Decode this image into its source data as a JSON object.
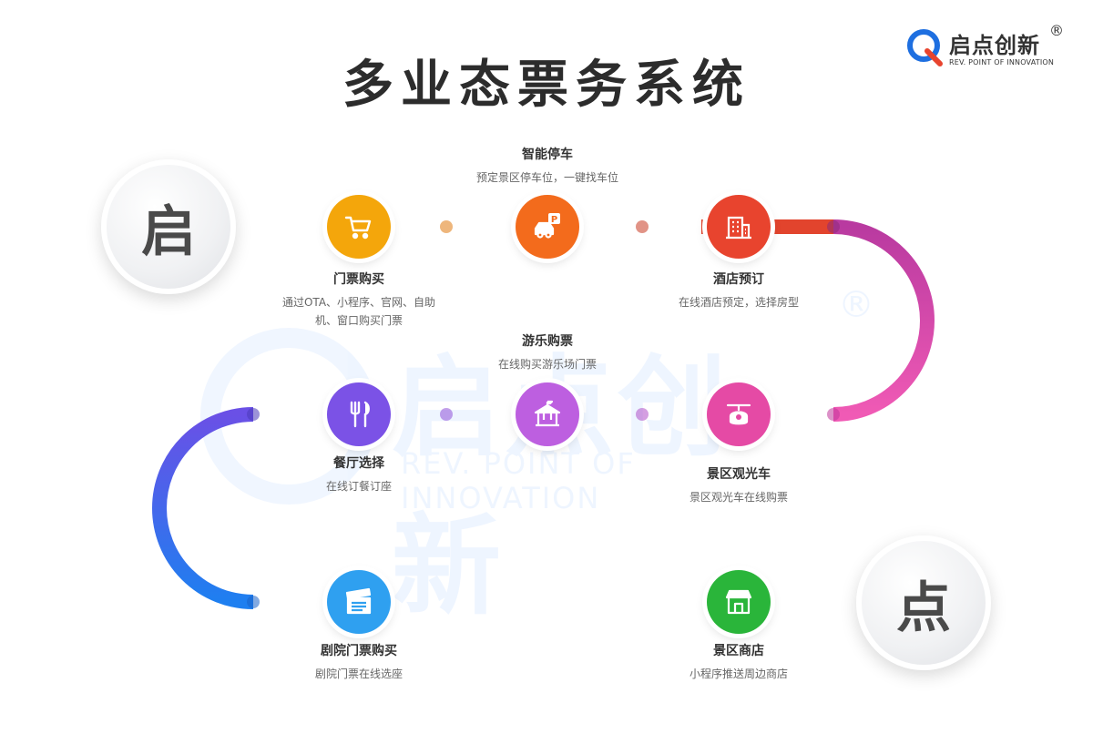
{
  "title": "多业态票务系统",
  "logo": {
    "name": "启点创新",
    "reg": "®",
    "sub": "REV. POINT OF INNOVATION"
  },
  "watermark": {
    "text": "启点创新",
    "sub": "REV. POINT OF INNOVATION",
    "reg": "®"
  },
  "endpoints": {
    "start": "启",
    "end": "点"
  },
  "nodes": [
    {
      "title": "门票购买",
      "desc": "通过OTA、小程序、官网、自助机、窗口购买门票",
      "icon": "shopping-cart-icon",
      "color": "#f4a60b"
    },
    {
      "title": "智能停车",
      "desc": "预定景区停车位，一键找车位",
      "icon": "parking-car-icon",
      "color": "#f36b1c"
    },
    {
      "title": "酒店预订",
      "desc": "在线酒店预定，选择房型",
      "icon": "hotel-building-icon",
      "color": "#e8442e"
    },
    {
      "title": "景区观光车",
      "desc": "景区观光车在线购票",
      "icon": "sightseeing-vehicle-icon",
      "color": "#e54aa5"
    },
    {
      "title": "游乐购票",
      "desc": "在线购买游乐场门票",
      "icon": "carousel-icon",
      "color": "#bd5fe0"
    },
    {
      "title": "餐厅选择",
      "desc": "在线订餐订座",
      "icon": "fork-knife-icon",
      "color": "#7b52e6"
    },
    {
      "title": "剧院门票购买",
      "desc": "剧院门票在线选座",
      "icon": "clapperboard-icon",
      "color": "#2fa0f0"
    },
    {
      "title": "景区商店",
      "desc": "小程序推送周边商店",
      "icon": "store-icon",
      "color": "#2ab53a"
    }
  ],
  "colors": {
    "orange": "#f39c12",
    "red": "#e8442e",
    "magenta": "#e04aa6",
    "purple": "#8a4fe6",
    "blue": "#2f6be8",
    "cyan": "#26c6da",
    "green": "#2ab53a"
  }
}
